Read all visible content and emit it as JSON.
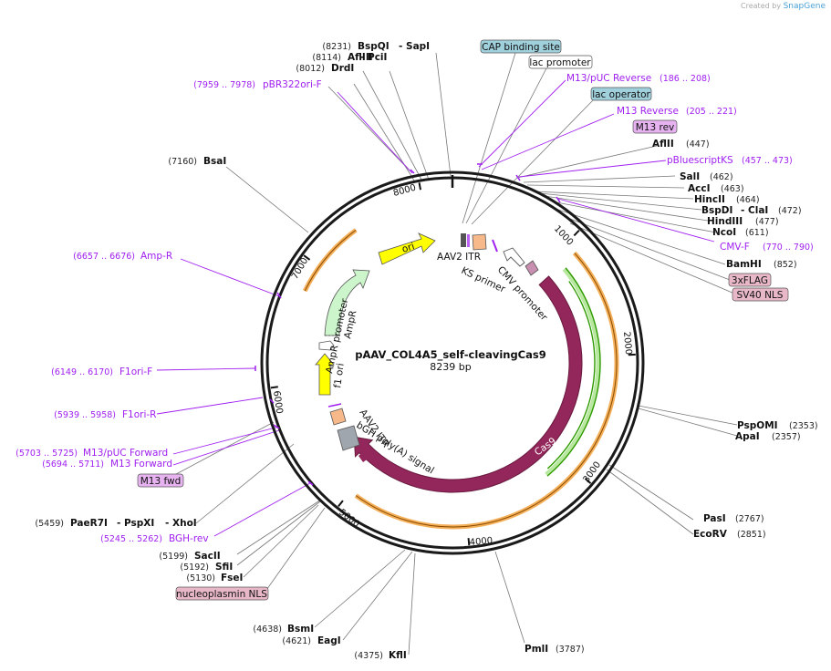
{
  "watermark": {
    "prefix": "Created by",
    "brand": "SnapGene"
  },
  "plasmid": {
    "name": "pAAV_COL4A5_self-cleavingCas9",
    "length_label": "8239 bp"
  },
  "ticks": [
    "1000",
    "2000",
    "3000",
    "4000",
    "5000",
    "6000",
    "7000",
    "8000"
  ],
  "sites": {
    "bspqi_sapi": {
      "pos": "(8231)",
      "name": "BspQI",
      "name2": "- SapI"
    },
    "afliii_pcii": {
      "pos": "(8114)",
      "name": "AflIII",
      "name2": "- PciI"
    },
    "drdi": {
      "pos": "(8012)",
      "name": "DrdI"
    },
    "bsai": {
      "pos": "(7160)",
      "name": "BsaI"
    },
    "afli": {
      "pos": "(447)",
      "name": "AflII"
    },
    "sali": {
      "pos": "(462)",
      "name": "SalI"
    },
    "acci": {
      "pos": "(463)",
      "name": "AccI"
    },
    "hincii": {
      "pos": "(464)",
      "name": "HincII"
    },
    "bspdi_clai": {
      "pos": "(472)",
      "name": "BspDI",
      "name2": "- ClaI"
    },
    "hindiii": {
      "pos": "(477)",
      "name": "HindIII"
    },
    "ncoi": {
      "pos": "(611)",
      "name": "NcoI"
    },
    "bamhi": {
      "pos": "(852)",
      "name": "BamHI"
    },
    "pspomi": {
      "pos": "(2353)",
      "name": "PspOMI"
    },
    "apai": {
      "pos": "(2357)",
      "name": "ApaI"
    },
    "pasi": {
      "pos": "(2767)",
      "name": "PasI"
    },
    "ecorv": {
      "pos": "(2851)",
      "name": "EcoRV"
    },
    "pmli": {
      "pos": "(3787)",
      "name": "PmlI"
    },
    "kfli": {
      "pos": "(4375)",
      "name": "KflI"
    },
    "eagi": {
      "pos": "(4621)",
      "name": "EagI"
    },
    "bsmi": {
      "pos": "(4638)",
      "name": "BsmI"
    },
    "fsei": {
      "pos": "(5130)",
      "name": "FseI"
    },
    "sfii": {
      "pos": "(5192)",
      "name": "SfiI"
    },
    "sacii": {
      "pos": "(5199)",
      "name": "SacII"
    },
    "paer7i": {
      "pos": "(5459)",
      "name": "PaeR7I",
      "name2": "- PspXI",
      "name3": "- XhoI"
    }
  },
  "primers": {
    "pbr322ori_f": {
      "range": "(7959 .. 7978)",
      "name": "pBR322ori-F"
    },
    "m13puc_rev": {
      "name": "M13/pUC Reverse",
      "range": "(186 .. 208)"
    },
    "m13_reverse": {
      "name": "M13 Reverse",
      "range": "(205 .. 221)"
    },
    "pbluescriptks": {
      "name": "pBluescriptKS",
      "range": "(457 .. 473)"
    },
    "cmv_f": {
      "name": "CMV-F",
      "range": "(770 .. 790)"
    },
    "amp_r": {
      "range": "(6657 .. 6676)",
      "name": "Amp-R"
    },
    "f1ori_f": {
      "range": "(6149 .. 6170)",
      "name": "F1ori-F"
    },
    "f1ori_r": {
      "range": "(5939 .. 5958)",
      "name": "F1ori-R"
    },
    "m13puc_fwd": {
      "range": "(5703 .. 5725)",
      "name": "M13/pUC Forward"
    },
    "m13_forward": {
      "range": "(5694 .. 5711)",
      "name": "M13 Forward"
    },
    "bgh_rev": {
      "range": "(5245 .. 5262)",
      "name": "BGH-rev"
    }
  },
  "boxes": {
    "cap": "CAP binding site",
    "lacprom": "lac promoter",
    "lacop": "lac operator",
    "m13rev": "M13 rev",
    "flag": "3xFLAG",
    "sv40": "SV40 NLS",
    "m13fwd": "M13 fwd",
    "nls": "nucleoplasmin NLS"
  },
  "features": {
    "ori": "ori",
    "ampr": "AmpR",
    "ampr_promoter": "AmpR promoter",
    "f1ori": "f1 ori",
    "aav2_itr_top": "AAV2 ITR",
    "ks_primer": "KS primer",
    "cmv_promoter": "CMV promoter",
    "cas9": "Cas9",
    "aav2_itr_bottom": "AAV2 ITR",
    "bgh": "bGH poly(A) signal"
  },
  "colors": {
    "backbone": "#1a1a1a",
    "primer": "#a020f0",
    "cas9": "#93265a",
    "ori": "#ffff00",
    "ampr": "#ccf5cc",
    "cmv": "#ffffff",
    "orange_arc": "#f2a13c",
    "green_arc": "#2f9a00",
    "cap_box": "#9fd0dc",
    "lacop_box": "#9fd0dc",
    "m13_box": "#e6b3f0",
    "nls_box": "#e8b8c8",
    "itr": "#f7b98a",
    "bgh": "#a0a6ad"
  }
}
